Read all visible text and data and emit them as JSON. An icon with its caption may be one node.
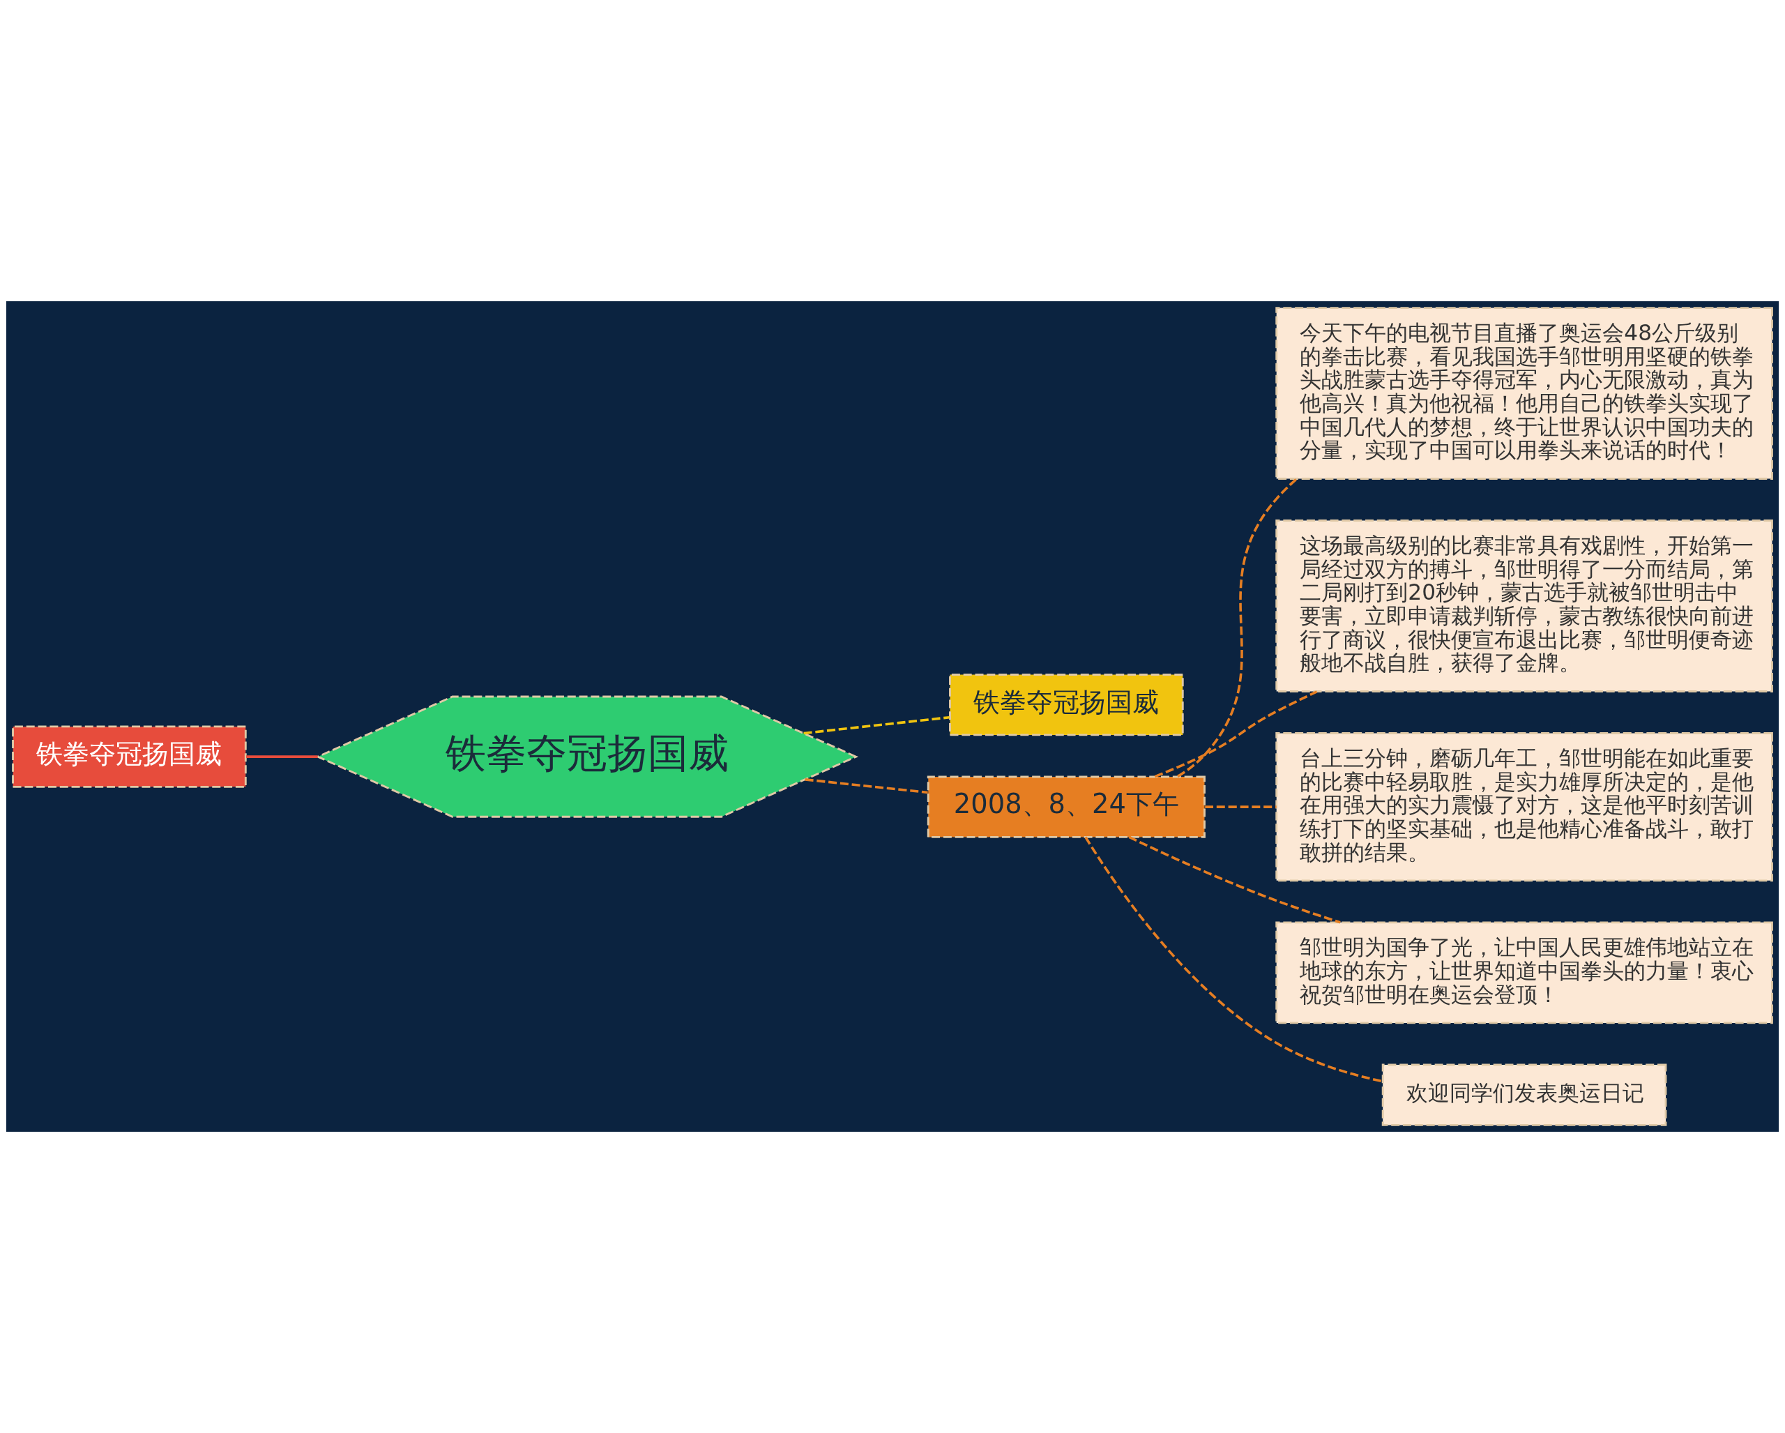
{
  "diagram": {
    "nodes": [
      {
        "text": [
          "铁拳夺冠扬国威"
        ]
      },
      {
        "text": [
          "铁拳夺冠扬国威"
        ]
      },
      {
        "text": [
          "铁拳夺冠扬国威"
        ]
      },
      {
        "text": [
          "2008、8、24下午"
        ]
      },
      {
        "text": [
          "今天下午的电视节目直播了奥运会48公斤级别的拳击比赛，看见我国选手邹世明用坚硬的铁拳头战胜蒙古选手夺得冠军，内心无限激动，真为他高兴！真为他祝福！他用自己的铁拳头实现了中国几代人的梦想，终于让世界认识中国功夫的分量，实现了中国可以用拳头来说话的时代！"
        ]
      },
      {
        "text": [
          "这场最高级别的比赛非常具有戏剧性，开始第一局经过双方的搏斗，邹世明得了一分而结局，第二局刚打到20秒钟，蒙古选手就被邹世明击中要害，立即申请裁判斩停，蒙古教练很快向前进行了商议，很快便宣布退出比赛，邹世明便奇迹般地不战自胜，获得了金牌。"
        ]
      },
      {
        "text": [
          "台上三分钟，磨砺几年工，邹世明能在如此重要的比赛中轻易取胜，是实力雄厚所决定的，是他在用强大的实力震慑了对方，这是他平时刻苦训练打下的坚实基础，也是他精心准备战斗，敢打敢拼的结果。"
        ]
      },
      {
        "text": [
          "邹世明为国争了光，让中国人民更雄伟地站立在地球的东方，让世界知道中国拳头的力量！衷心祝贺邹世明在奥运会登顶！"
        ]
      },
      {
        "text": [
          "欢迎同学们发表奥运日记"
        ]
      }
    ],
    "edges": [
      {
        "from": 0,
        "to": 1,
        "arrow": "none",
        "color": "#e74c3c"
      },
      {
        "from": 1,
        "to": 2,
        "arrow": "none",
        "style": "dashed",
        "color": "#f1c40f"
      },
      {
        "from": 1,
        "to": 3,
        "arrow": "none",
        "style": "dashed"
      },
      {
        "from": 3,
        "to": 4,
        "arrow": "none",
        "style": "dashed"
      },
      {
        "from": 3,
        "to": 5,
        "arrow": "none",
        "style": "dashed"
      },
      {
        "from": 3,
        "to": 6,
        "arrow": "none",
        "style": "dashed"
      },
      {
        "from": 3,
        "to": 7,
        "arrow": "none",
        "style": "dashed"
      },
      {
        "from": 3,
        "to": 8,
        "arrow": "none",
        "style": "dashed"
      }
    ]
  }
}
